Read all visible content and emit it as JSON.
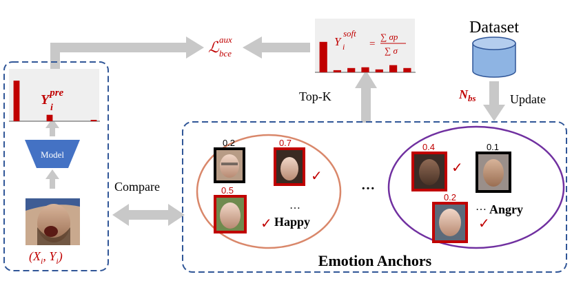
{
  "labels": {
    "dataset": "Dataset",
    "update": "Update",
    "top_k": "Top-K",
    "compare": "Compare",
    "model": "Model",
    "emotion_anchors": "Emotion Anchors",
    "ellipsis_middle": "…",
    "happy_cluster_label": "Happy",
    "angry_cluster_label": "Angry",
    "cluster_ellipsis": "…",
    "n_bs_main": "N",
    "n_bs_sub": "bs"
  },
  "formulas": {
    "loss_main": "ℒ",
    "loss_sup": "aux",
    "loss_sub": "bce",
    "y_pre_main": "Y",
    "y_pre_sup": "pre",
    "y_pre_sub": "i",
    "y_soft_main": "Y",
    "y_soft_sup": "soft",
    "y_soft_sub": "i",
    "y_soft_num": "∑ σp",
    "y_soft_den": "∑ σ",
    "input_label": "(X",
    "input_label_sub1": "i",
    "input_label_mid": ", Y",
    "input_label_sub2": "i",
    "input_label_end": ")"
  },
  "anchors": {
    "happy": [
      {
        "score": "0.2",
        "border": "black"
      },
      {
        "score": "0.7",
        "border": "red",
        "check": true
      },
      {
        "score": "0.5",
        "border": "red",
        "check": true
      }
    ],
    "angry": [
      {
        "score": "0.4",
        "border": "red",
        "check": true
      },
      {
        "score": "0.1",
        "border": "black"
      },
      {
        "score": "0.2",
        "border": "red",
        "check": true
      }
    ]
  },
  "histograms": {
    "pre": [
      0.95,
      0,
      0,
      0.15,
      0,
      0,
      0,
      0.03
    ],
    "soft": [
      0.85,
      0.06,
      0.12,
      0.14,
      0.08,
      0.2,
      0.12
    ]
  },
  "colors": {
    "red": "#c00000",
    "blue_dash": "#2f5597",
    "arrow_gray": "#c8c8c8",
    "model_blue": "#4472c4",
    "cylinder_blue": "#8eb4e3",
    "happy_ellipse": "#d9876a",
    "angry_ellipse": "#7030a0",
    "panel_gray": "#efefef"
  },
  "icons": {
    "check": "✓"
  }
}
